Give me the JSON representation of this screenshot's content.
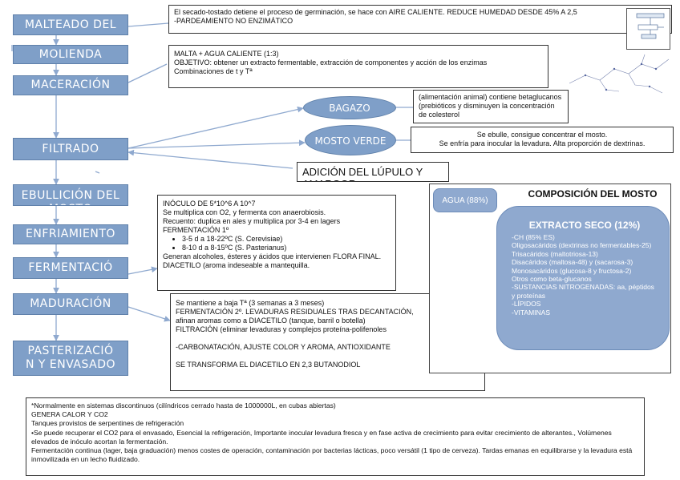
{
  "steps": {
    "malteado": "MALTEADO DEL",
    "molienda": "MOLIENDA",
    "maceracion": "MACERACIÓN",
    "filtrado": "FILTRADO",
    "ebullicion": "EBULLICIÓN DEL MOSTO",
    "enfriamiento": "ENFRIAMIENTO",
    "fermentacion": "FERMENTACIÓ",
    "maduracion": "MADURACIÓN",
    "pasterizacion_1": "PASTERIZACIÓ",
    "pasterizacion_2": "N Y ENVASADO"
  },
  "malteado_note": {
    "line1": "El secado-tostado detiene el proceso de germinación, se hace con AIRE CALIENTE. REDUCE HUMEDAD DESDE 45% A 2,5",
    "line2": "-PARDEAMIENTO NO ENZIMÁTICO"
  },
  "maceracion_note": {
    "line1": "MALTA + AGUA CALIENTE (1:3)",
    "line2": "OBJETIVO: obtener un extracto fermentable, extracción de componentes y acción de los enzimas",
    "line3": "Combinaciones de t y Tª"
  },
  "bagazo": {
    "label": "BAGAZO",
    "note": "(alimentación animal) contiene betaglucanos (prebióticos y disminuyen la concentración de colesterol"
  },
  "mosto_verde": {
    "label": "MOSTO VERDE",
    "note_line1": "Se ebulle, consigue concentrar el mosto.",
    "note_line2": "Se enfría para inocular la levadura. Alta proporción de dextrinas."
  },
  "lupulo_label": "ADICIÓN DEL LÚPULO Y AMARGOR",
  "inoculo": {
    "line1": "INÓCULO DE 5*10^6 A 10^7",
    "line2": "Se multiplica con O2, y fermenta con anaerobiosis.",
    "line3": "Recuento: duplica en ales y multiplica por 3-4 en lagers",
    "line4": "FERMENTACIÓN 1º",
    "bullet1": "3-5 d a 18-22ºC (S. Cerevisiae)",
    "bullet2": "8-10 d a 8-15ºC (S. Pasterianus)",
    "line5": "Generan alcoholes, ésteres y ácidos que intervienen FLORA FINAL. DIACETILO (aroma indeseable a mantequilla."
  },
  "maduracion_note": {
    "line1": "Se mantiene a baja Tª (3 semanas a 3 meses)",
    "line2": "FERMENTACIÓN 2º. LEVADURAS RESIDUALES TRAS DECANTACIÓN,",
    "line3": "afinan aromas como a DIACETILO (tanque, barril o botella)",
    "line4": "FILTRACIÓN (eliminar levaduras y complejos proteína-polifenoles",
    "line5": "-CARBONATACIÓN, AJUSTE COLOR Y AROMA, ANTIOXIDANTE",
    "line6": "SE TRANSFORMA EL DIACETILO EN 2,3 BUTANODIOL"
  },
  "composicion": {
    "title": "COMPOSICIÓN DEL MOSTO",
    "agua": "AGUA (88%)",
    "extracto_title": "EXTRACTO SECO (12%)",
    "lines": [
      "-CH (85% ES)",
      "Oligosacáridos (dextrinas no fermentables-25)",
      "Trisacáridos (maltotriosa-13)",
      "Disacáridos (maltosa-48) y (sacarosa-3)",
      "Monosacáridos (glucosa-8 y fructosa-2)",
      "Otros como beta-glucanos",
      "-SUSTANCIAS NITROGENADAS: aa, péptidos y proteínas",
      "-LÍPIDOS",
      "-VITAMINAS"
    ]
  },
  "footer": {
    "line1": "*Normalmente en sistemas discontinuos (cilíndricos cerrado hasta de 1000000L, en cubas abiertas)",
    "line2": "GENERA CALOR Y CO2",
    "line3": "Tanques provistos de serpentines de refrigeración",
    "line4": "•Se puede recuperar el CO2 para el envasado, Esencial la refrigeración, Importante inocular levadura fresca y en fase activa de crecimiento para evitar crecimiento de alterantes., Volúmenes elevados de inóculo acortan la fermentación.",
    "line5": "Fermentación continua (lager, baja graduación) menos costes de operación, contaminación por bacterias lácticas, poco versátil (1 tipo de cerveza). Tardas emanas en equilibrarse y la levadura está inmovilizada en un lecho fluidizado."
  },
  "colors": {
    "step_fill": "#7f9fc8",
    "step_border": "#5f80aa",
    "arrow": "#8fa9cf"
  }
}
